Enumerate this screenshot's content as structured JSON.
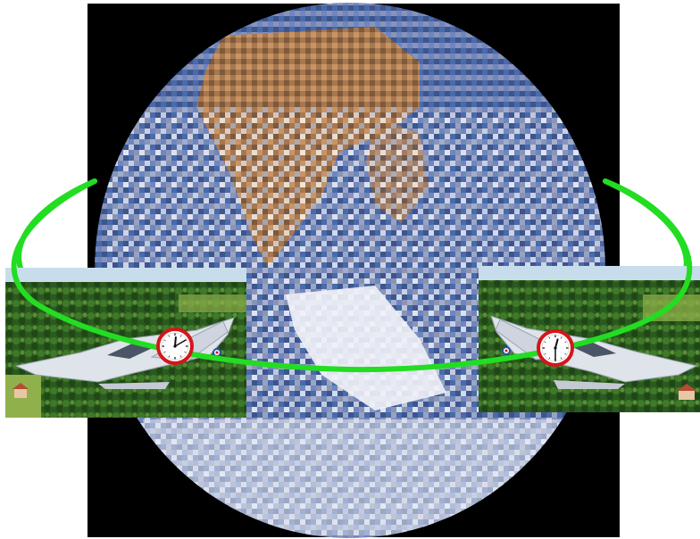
{
  "scene": {
    "description_free": true,
    "colors": {
      "space": "#000000",
      "orbit": "#22dd22",
      "clock_rim": "#d4161c",
      "clock_face": "#ffffff",
      "clock_hands": "#111111",
      "sky": "#c8ddec",
      "forest": "#2d5a1f",
      "field": "#8fb04a",
      "jet": "#dfe3ea"
    },
    "icons": {
      "globe": "earth-globe",
      "ring": "orbit-ellipse",
      "left_jet": "fighter-jet-left",
      "right_jet": "fighter-jet-right",
      "left_clock": "clock-icon-left",
      "right_clock": "clock-icon-right"
    },
    "clocks": {
      "left": {
        "hour": 12,
        "minute": 10
      },
      "right": {
        "hour": 12,
        "minute": 30
      }
    }
  }
}
